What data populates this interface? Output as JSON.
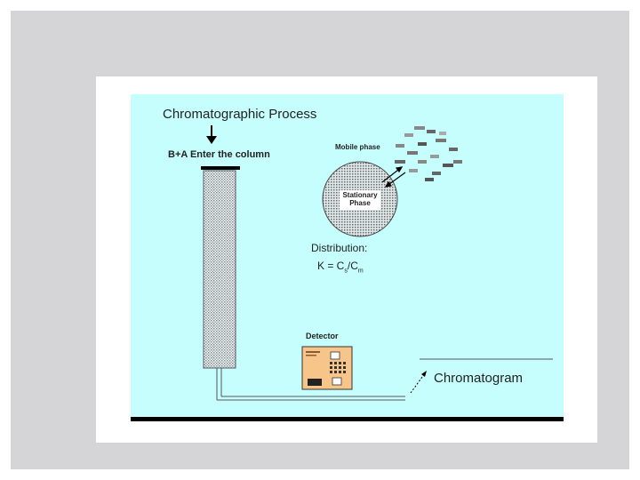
{
  "diagram": {
    "title": "Chromatographic  Process",
    "enter_label": "B+A Enter the column",
    "mobile_phase_label": "Mobile phase",
    "stationary_phase_label": "Stationary Phase",
    "distribution_label": "Distribution:",
    "k_formula_prefix": "K = C",
    "k_sub1": "s",
    "k_mid": "/C",
    "k_sub2": "m",
    "detector_label": "Detector",
    "chromatogram_label": "Chromatogram"
  },
  "colors": {
    "slide_bg": "#c6fdfd",
    "frame_gray": "#d5d5d8",
    "detector_orange": "#f7c48a"
  }
}
